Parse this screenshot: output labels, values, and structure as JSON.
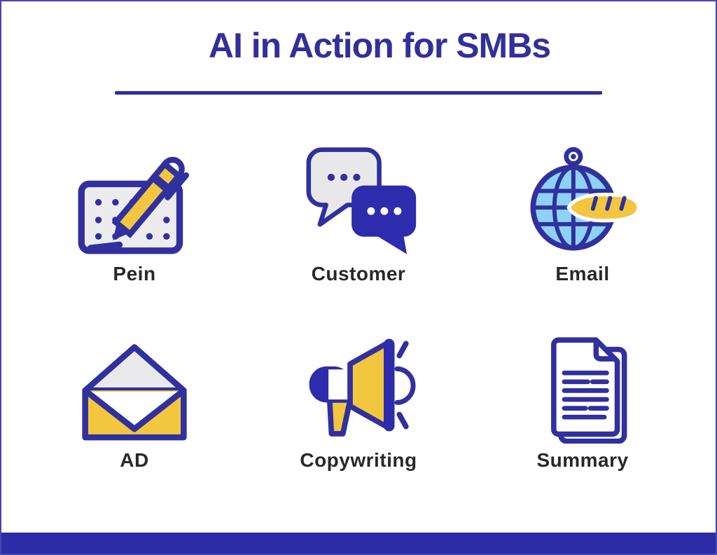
{
  "header": {
    "title": "AI in Action for SMBs"
  },
  "grid": {
    "items": [
      {
        "label": "Pein",
        "icon": "pen-notepad-icon"
      },
      {
        "label": "Customer",
        "icon": "chat-bubbles-icon"
      },
      {
        "label": "Email",
        "icon": "globe-baguette-icon"
      },
      {
        "label": "AD",
        "icon": "envelope-icon"
      },
      {
        "label": "Copywriting",
        "icon": "megaphone-icon"
      },
      {
        "label": "Summary",
        "icon": "document-icon"
      }
    ]
  },
  "colors": {
    "primary_indigo": "#30309E",
    "accent_yellow": "#F3C640",
    "light_blue": "#8DD2F5",
    "light_gray": "#E9E9EC",
    "title_text": "#31309B",
    "label_text": "#28282C",
    "divider": "#2E2EA6",
    "footer_bar": "#2C2CA8",
    "page_border": "#4646B2"
  }
}
